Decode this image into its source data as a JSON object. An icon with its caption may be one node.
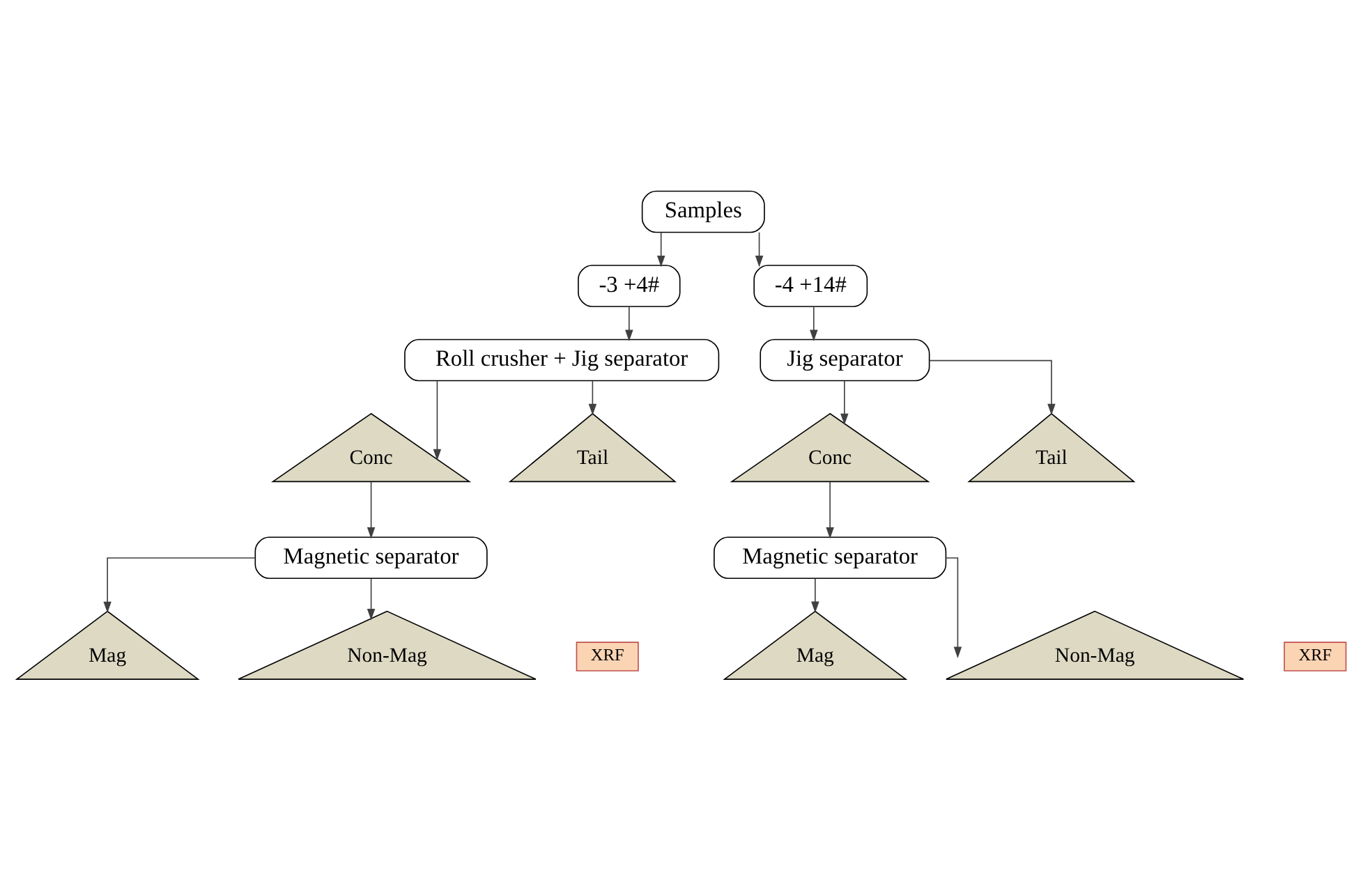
{
  "diagram": {
    "nodes": [
      {
        "text": [
          "Samples"
        ]
      },
      {
        "text": [
          "-3 +4#"
        ]
      },
      {
        "text": [
          "-4 +14#"
        ]
      },
      {
        "text": [
          "Roll crusher + Jig separator"
        ]
      },
      {
        "text": [
          "Jig separator"
        ]
      },
      {
        "text": [
          "Conc"
        ]
      },
      {
        "text": [
          "Tail"
        ]
      },
      {
        "text": [
          "Conc"
        ]
      },
      {
        "text": [
          "Tail"
        ]
      },
      {
        "text": [
          "Magnetic separator"
        ]
      },
      {
        "text": [
          "Magnetic separator"
        ]
      },
      {
        "text": [
          "Mag"
        ]
      },
      {
        "text": [
          "Non-Mag"
        ]
      },
      {
        "text": [
          "Mag"
        ]
      },
      {
        "text": [
          "Non-Mag"
        ]
      },
      {
        "text": [
          "XRF"
        ]
      },
      {
        "text": [
          "XRF"
        ]
      }
    ],
    "edges": [
      {
        "from": 0,
        "to": 1,
        "arrow": "to"
      },
      {
        "from": 0,
        "to": 2,
        "arrow": "to"
      },
      {
        "from": 1,
        "to": 3,
        "arrow": "to"
      },
      {
        "from": 2,
        "to": 4,
        "arrow": "to"
      },
      {
        "from": 3,
        "to": 5,
        "arrow": "to"
      },
      {
        "from": 3,
        "to": 6,
        "arrow": "to"
      },
      {
        "from": 4,
        "to": 7,
        "arrow": "to"
      },
      {
        "from": 4,
        "to": 8,
        "arrow": "to"
      },
      {
        "from": 5,
        "to": 9,
        "arrow": "to"
      },
      {
        "from": 7,
        "to": 10,
        "arrow": "to"
      },
      {
        "from": 9,
        "to": 11,
        "arrow": "to"
      },
      {
        "from": 9,
        "to": 12,
        "arrow": "to"
      },
      {
        "from": 10,
        "to": 13,
        "arrow": "to"
      },
      {
        "from": 10,
        "to": 14,
        "arrow": "to"
      }
    ]
  }
}
